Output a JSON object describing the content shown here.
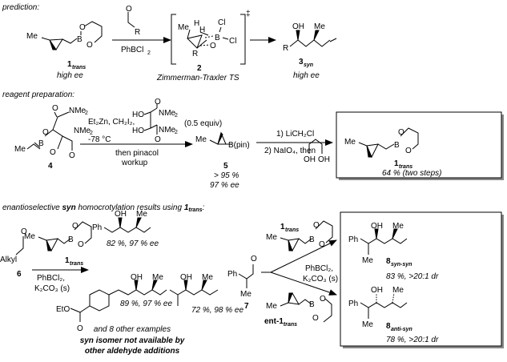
{
  "sections": {
    "prediction": "prediction:",
    "reagent_prep": "reagent preparation:",
    "results": {
      "pre": "enantioselective ",
      "syn": "syn",
      "mid": " homocrotylation results using ",
      "cmpd": "1",
      "cmpd_sub": "trans",
      "post": ":"
    }
  },
  "atoms": {
    "me": "Me",
    "o": "O",
    "b": "B",
    "r": "R",
    "h": "H",
    "cl": "Cl",
    "oh": "OH",
    "ph": "Ph",
    "nme2": "NMe",
    "two": "2",
    "ho": "HO",
    "eto": "EtO",
    "alkyl": "Alkyl",
    "bpin": "B(pin)",
    "dagger": "‡"
  },
  "scheme1": {
    "reactant": {
      "num": "1",
      "sub": "trans",
      "note": "high ee"
    },
    "reagent": "PhBCl",
    "reagent_sub": "2",
    "ts": {
      "num": "2",
      "caption": "Zimmerman-Traxler TS"
    },
    "product": {
      "num": "3",
      "sub": "syn",
      "note": "high ee"
    }
  },
  "scheme2": {
    "start": {
      "num": "4"
    },
    "cond1": "Et₂Zn,  CH₂I₂,",
    "equiv": "(0.5 equiv)",
    "temp": "-78 °C",
    "workup1": "then pinacol",
    "workup2": "workup",
    "int": {
      "num": "5",
      "yield": "> 95 %",
      "ee": "97 % ee"
    },
    "step1": "1) LiCH₂Cl",
    "step2": "2) NaIO₄, then",
    "product": {
      "num": "1",
      "sub": "trans",
      "yield": "64 % (two steps)"
    }
  },
  "scheme3": {
    "aldehyde": {
      "num": "6"
    },
    "reagent": {
      "num": "1",
      "sub": "trans"
    },
    "cond1": "PhBCl₂,",
    "cond2": "K₂CO₃ (s)",
    "results": [
      {
        "value": "82 %, 97 % ee"
      },
      {
        "value": "89 %, 97 % ee"
      },
      {
        "value": "72 %, 98 % ee"
      }
    ],
    "more": "and 8 other examples",
    "note1": "syn isomer not available by",
    "note2": "other aldehyde additions"
  },
  "scheme4": {
    "aldehyde": {
      "num": "7"
    },
    "reagent_top": {
      "num": "1",
      "sub": "trans"
    },
    "reagent_bottom": {
      "pre": "ent-",
      "num": "1",
      "sub": "trans"
    },
    "cond1": "PhBCl₂,",
    "cond2": "K₂CO₃ (s)",
    "product_top": {
      "num": "8",
      "sub": "syn-syn",
      "result": "83 %, >20:1 dr"
    },
    "product_bottom": {
      "num": "8",
      "sub": "anti-syn",
      "result": "78 %, >20:1 dr"
    }
  }
}
